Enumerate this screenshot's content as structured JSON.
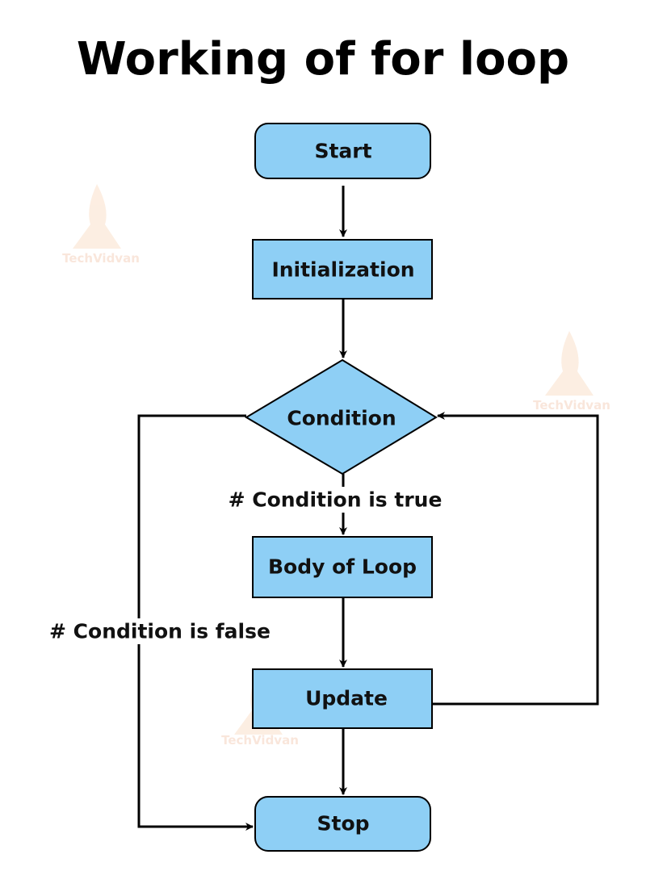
{
  "title": "Working of for loop",
  "colors": {
    "node_fill": "#8ecff5",
    "stroke": "#000000",
    "watermark": "#f6d6c4"
  },
  "watermark": {
    "text": "TechVidvan",
    "icon": "meditating-figure-logo"
  },
  "nodes": {
    "start": "Start",
    "init": "Initialization",
    "condition": "Condition",
    "body": "Body of Loop",
    "update": "Update",
    "stop": "Stop"
  },
  "edges": {
    "true_label": "# Condition is true",
    "false_label": "# Condition is false"
  }
}
